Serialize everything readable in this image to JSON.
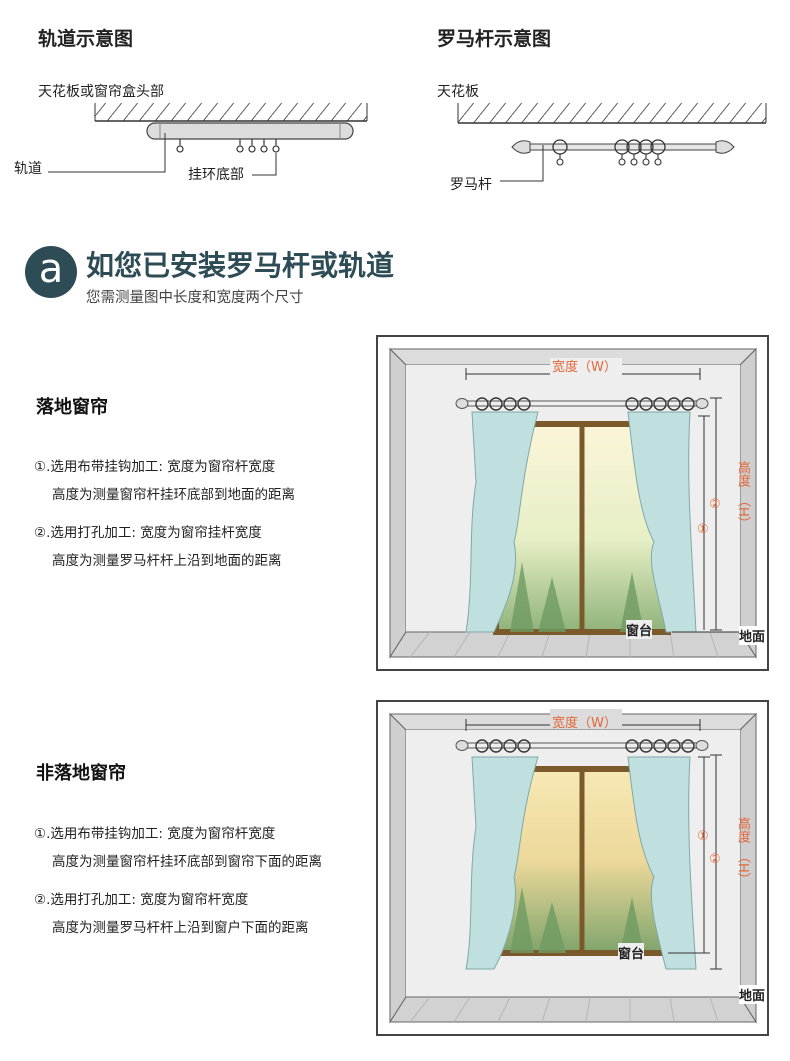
{
  "track_diagram": {
    "title": "轨道示意图",
    "ceiling_label": "天花板或窗帘盒头部",
    "track_label": "轨道",
    "bottom_label": "挂环底部"
  },
  "rod_diagram": {
    "title": "罗马杆示意图",
    "ceiling_label": "天花板",
    "rod_label": "罗马杆"
  },
  "intro": {
    "badge": "a",
    "headline": "如您已安装罗马杆或轨道",
    "subline": "您需测量图中长度和宽度两个尺寸"
  },
  "floor": {
    "title": "落地窗帘",
    "item1_line1": "①.选用布带挂钩加工: 宽度为窗帘杆宽度",
    "item1_line2": "高度为测量窗帘杆挂环底部到地面的距离",
    "item2_line1": "②.选用打孔加工: 宽度为窗帘挂杆宽度",
    "item2_line2": "高度为测量罗马杆杆上沿到地面的距离",
    "width_label": "宽度（W）",
    "height_label_a": "高度",
    "height_label_b": "（H）",
    "mark1": "①",
    "mark2": "②",
    "sill_label": "窗台",
    "ground_label": "地面"
  },
  "nonfloor": {
    "title": "非落地窗帘",
    "item1_line1": "①.选用布带挂钩加工: 宽度为窗帘杆宽度",
    "item1_line2": "高度为测量窗帘杆挂环底部到窗帘下面的距离",
    "item2_line1": "②.选用打孔加工: 宽度为窗帘杆宽度",
    "item2_line2": "高度为测量罗马杆杆上沿到窗户下面的距离",
    "width_label": "宽度（W）",
    "height_label_a": "高度",
    "height_label_b": "（H）",
    "mark1": "①",
    "mark2": "②",
    "sill_label": "窗台",
    "ground_label": "地面"
  },
  "colors": {
    "accent": "#e4683a",
    "badge": "#2e4c55",
    "curtain": "#bfe0df"
  }
}
